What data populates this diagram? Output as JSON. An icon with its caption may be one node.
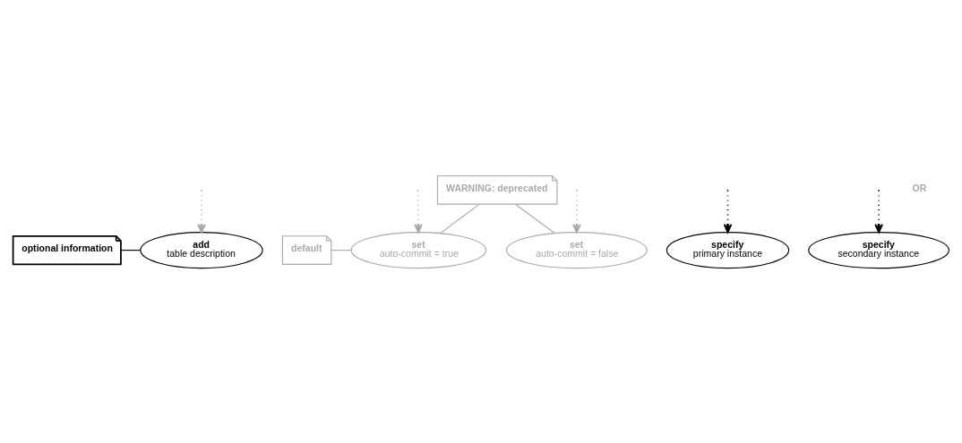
{
  "diagram": {
    "nodes": [
      {
        "text": [
          "optional information"
        ]
      },
      {
        "text": [
          "add",
          "table description"
        ]
      },
      {
        "text": [
          "default"
        ]
      },
      {
        "text": [
          "set",
          "auto-commit = true"
        ]
      },
      {
        "text": [
          "set",
          "auto-commit = false"
        ]
      },
      {
        "text": [
          "WARNING: deprecated"
        ]
      },
      {
        "text": [
          "specify",
          "primary instance"
        ]
      },
      {
        "text": [
          "specify",
          "secondary instance"
        ]
      }
    ],
    "edges": [
      {
        "from": null,
        "to": 1,
        "arrow": "to",
        "style": "dashed",
        "color": "#aaaaaa"
      },
      {
        "from": 0,
        "to": 1,
        "arrow": "none",
        "color": "#000000"
      },
      {
        "from": 2,
        "to": 3,
        "arrow": "none",
        "color": "#aaaaaa"
      },
      {
        "from": 5,
        "to": 3,
        "arrow": "none",
        "color": "#aaaaaa"
      },
      {
        "from": 5,
        "to": 4,
        "arrow": "none",
        "color": "#aaaaaa"
      },
      {
        "from": null,
        "to": 3,
        "arrow": "to",
        "style": "dashed",
        "color": "#aaaaaa"
      },
      {
        "from": null,
        "to": 4,
        "arrow": "to",
        "style": "dashed",
        "color": "#aaaaaa"
      },
      {
        "from": null,
        "to": 6,
        "arrow": "to",
        "style": "dashed",
        "color": "#000000"
      },
      {
        "from": null,
        "to": 7,
        "arrow": "to",
        "style": "dashed",
        "color": "#000000"
      }
    ],
    "labels": [
      "OR"
    ]
  }
}
